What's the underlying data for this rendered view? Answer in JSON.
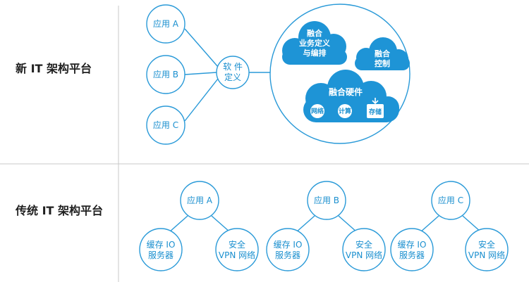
{
  "rows": {
    "new_label": "新 IT 架构平台",
    "traditional_label": "传统 IT 架构平台"
  },
  "new_platform": {
    "apps": [
      "应用 A",
      "应用 B",
      "应用 C"
    ],
    "hub": [
      "软 件",
      "定义"
    ],
    "clouds": {
      "fusion_business": [
        "融合",
        "业务定义",
        "与编排"
      ],
      "fusion_control": [
        "融合",
        "控制"
      ],
      "fusion_hardware": "融合硬件"
    },
    "hardware_icons": [
      "网络",
      "计算",
      "存储"
    ]
  },
  "traditional_platform": {
    "groups": [
      {
        "app": "应用 A",
        "left": [
          "缓存 IO",
          "服务器"
        ],
        "right": [
          "安全",
          "VPN 网络"
        ]
      },
      {
        "app": "应用 B",
        "left": [
          "缓存 IO",
          "服务器"
        ],
        "right": [
          "安全",
          "VPN 网络"
        ]
      },
      {
        "app": "应用 C",
        "left": [
          "缓存 IO",
          "服务器"
        ],
        "right": [
          "安全",
          "VPN 网络"
        ]
      }
    ]
  },
  "colors": {
    "stroke": "#2a9ad8",
    "text": "#1a8fcf",
    "cloud": "#1e94d6",
    "divider": "#bdbdbd"
  }
}
